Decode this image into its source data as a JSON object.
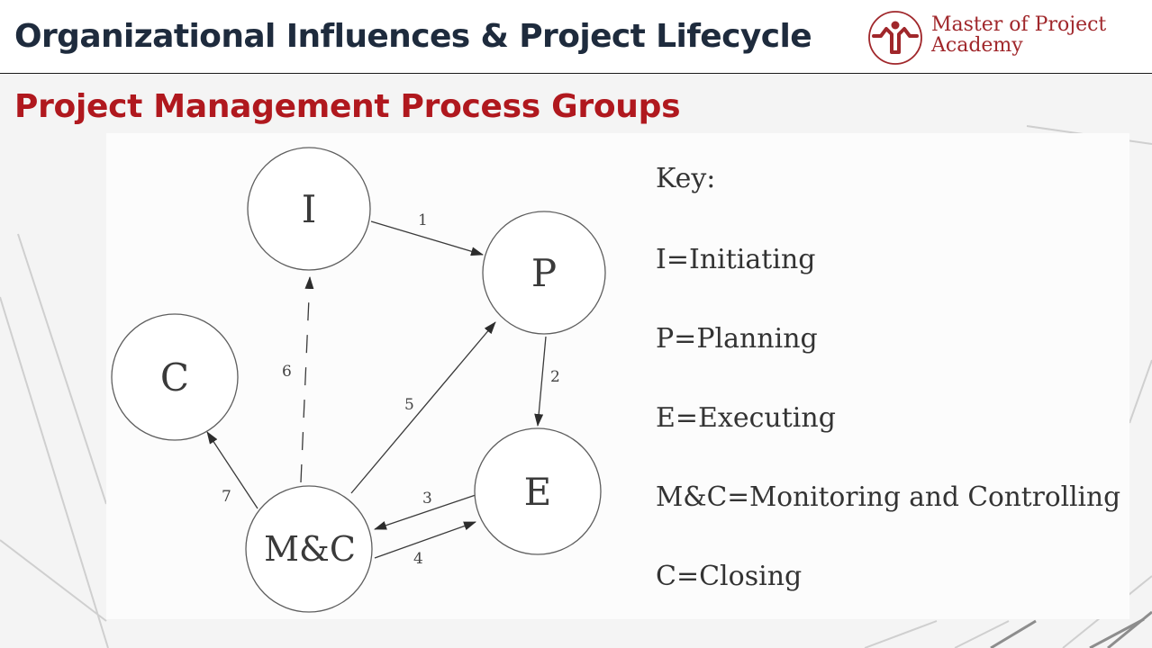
{
  "header": {
    "title": "Organizational Influences & Project Lifecycle",
    "logo": {
      "line1": "Master of Project",
      "line2": "Academy",
      "icon": "person-arms-raised-logo-icon"
    }
  },
  "slide": {
    "subtitle": "Project Management Process Groups"
  },
  "colors": {
    "title": "#1e2b3d",
    "accent": "#b0181e",
    "logo": "#a0272b"
  },
  "diagram": {
    "nodes": [
      {
        "id": "I",
        "label": "I"
      },
      {
        "id": "P",
        "label": "P"
      },
      {
        "id": "C",
        "label": "C"
      },
      {
        "id": "E",
        "label": "E"
      },
      {
        "id": "MC",
        "label": "M&C"
      }
    ],
    "edges": [
      {
        "label": "1",
        "from": "I",
        "to": "P"
      },
      {
        "label": "2",
        "from": "P",
        "to": "E"
      },
      {
        "label": "3",
        "from": "E",
        "to": "M&C"
      },
      {
        "label": "4",
        "from": "M&C",
        "to": "E"
      },
      {
        "label": "5",
        "from": "M&C",
        "to": "P"
      },
      {
        "label": "6",
        "from": "M&C",
        "to": "I",
        "style": "dashed"
      },
      {
        "label": "7",
        "from": "M&C",
        "to": "C"
      }
    ],
    "key": {
      "heading": "Key:",
      "items": [
        "I=Initiating",
        "P=Planning",
        "E=Executing",
        "M&C=Monitoring and Controlling",
        "C=Closing"
      ]
    }
  }
}
